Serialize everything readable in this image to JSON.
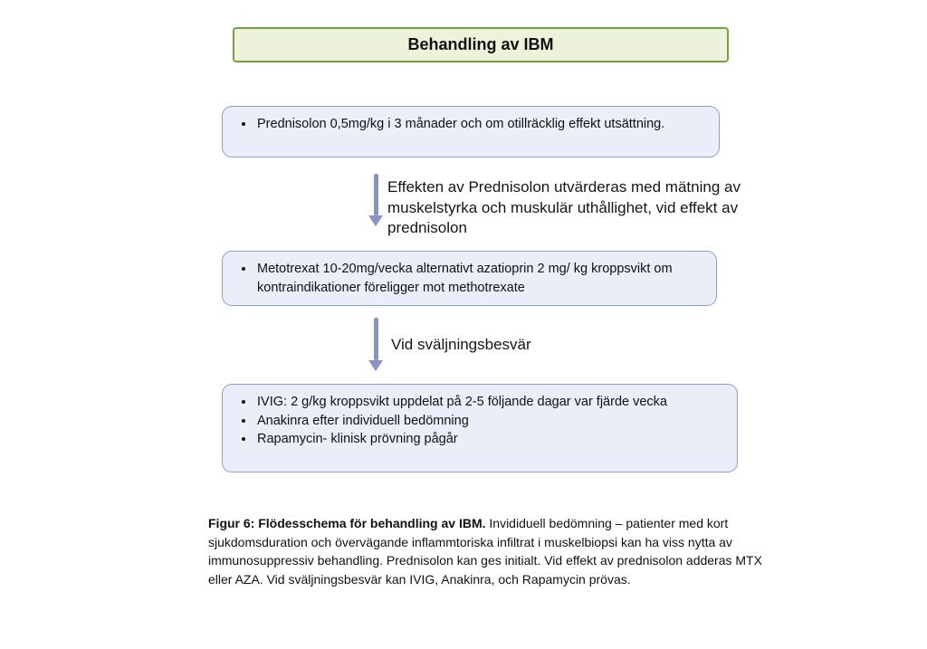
{
  "title": "Behandling av IBM",
  "flowchart": {
    "boxes": [
      {
        "name": "prednisolon",
        "bullets": [
          "Prednisolon 0,5mg/kg i 3 månader och om otillräcklig effekt utsättning."
        ]
      },
      {
        "name": "metotrexat",
        "bullets": [
          "Metotrexat 10-20mg/vecka alternativt azatioprin 2 mg/ kg kroppsvikt om kontraindikationer föreligger mot methotrexate"
        ]
      },
      {
        "name": "ivig-anakinra-rapamycin",
        "bullets": [
          "IVIG: 2 g/kg kroppsvikt uppdelat på 2-5 följande dagar var fjärde vecka",
          "Anakinra efter individuell bedömning",
          "Rapamycin- klinisk prövning pågår"
        ]
      }
    ],
    "arrows": [
      {
        "label": "Effekten av Prednisolon utvärderas med mätning av muskelstyrka och muskulär uthållighet, vid effekt av prednisolon"
      },
      {
        "label": "Vid sväljningsbesvär"
      }
    ]
  },
  "caption": {
    "title": "Figur 6: Flödesschema för behandling av IBM.",
    "body": " Invididuell bedömning – patienter med kort sjukdomsduration och övervägande inflammtoriska infiltrat i muskelbiopsi kan ha viss nytta av immunosuppressiv behandling. Prednisolon kan ges initialt. Vid effekt av prednisolon adderas MTX eller AZA. Vid sväljningsbesvär kan IVIG, Anakinra, och Rapamycin prövas."
  },
  "colors": {
    "title_box_bg": "#edf3da",
    "title_box_border": "#74a33e",
    "flow_box_bg": "#e9eef8",
    "flow_box_border": "#8d9ed2",
    "arrow": "#8a91c8"
  }
}
